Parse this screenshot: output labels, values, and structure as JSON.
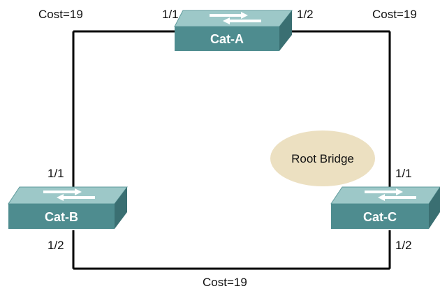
{
  "topology": {
    "switches": {
      "a": {
        "name": "Cat-A",
        "port_left": "1/1",
        "port_right": "1/2"
      },
      "b": {
        "name": "Cat-B",
        "port_top": "1/1",
        "port_bottom": "1/2"
      },
      "c": {
        "name": "Cat-C",
        "port_top": "1/1",
        "port_bottom": "1/2"
      }
    },
    "links": {
      "a_b_cost": "Cost=19",
      "a_c_cost": "Cost=19",
      "b_c_cost": "Cost=19"
    },
    "root_bridge_label": "Root Bridge"
  },
  "colors": {
    "switch_top": "#9dc8c8",
    "switch_front": "#4e8c8f",
    "switch_side": "#3a6f72",
    "root_bridge_fill": "#ece0c1",
    "link": "#000000"
  }
}
